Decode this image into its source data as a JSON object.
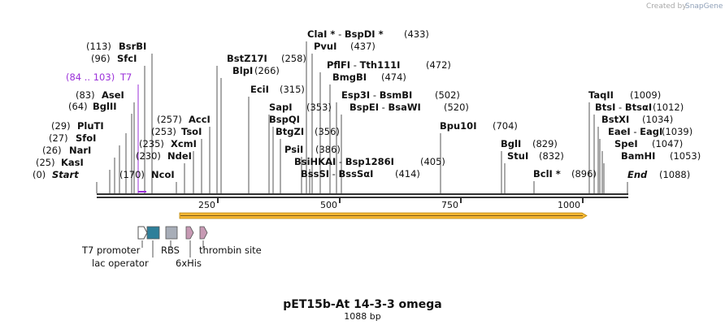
{
  "credit": {
    "text": "Created by",
    "brand": "SnapGene"
  },
  "title": "pET15b-At 14-3-3 omega",
  "length_label": "1088 bp",
  "ticks": [
    "250",
    "500",
    "750",
    "1000"
  ],
  "sites": [
    {
      "parts": [
        [
          "Start",
          "name ital"
        ]
      ],
      "pos": "(0)"
    },
    {
      "parts": [
        [
          "KasI",
          "name"
        ]
      ],
      "pos": "(25)"
    },
    {
      "parts": [
        [
          "NarI",
          "name"
        ]
      ],
      "pos": "(26)"
    },
    {
      "parts": [
        [
          "SfoI",
          "name"
        ]
      ],
      "pos": "(27)"
    },
    {
      "parts": [
        [
          "PluTI",
          "name"
        ]
      ],
      "pos": "(29)"
    },
    {
      "parts": [
        [
          "BglII",
          "name"
        ]
      ],
      "pos": "(64)"
    },
    {
      "parts": [
        [
          "AseI",
          "name"
        ]
      ],
      "pos": "(83)"
    },
    {
      "parts": [
        [
          "T7",
          "purple"
        ]
      ],
      "pos": "(84 .. 103)"
    },
    {
      "parts": [
        [
          "SfcI",
          "name"
        ]
      ],
      "pos": "(96)"
    },
    {
      "parts": [
        [
          "BsrBI",
          "name"
        ]
      ],
      "pos": "(113)"
    },
    {
      "parts": [
        [
          "NcoI",
          "name"
        ]
      ],
      "pos": "(170)"
    },
    {
      "parts": [
        [
          "NdeI",
          "name"
        ]
      ],
      "pos": "(230)"
    },
    {
      "parts": [
        [
          "XcmI",
          "name"
        ]
      ],
      "pos": "(235)"
    },
    {
      "parts": [
        [
          "TsoI",
          "name"
        ]
      ],
      "pos": "(253)"
    },
    {
      "parts": [
        [
          "AccI",
          "name"
        ]
      ],
      "pos": "(257)"
    },
    {
      "parts": [
        [
          "BstZ17I",
          "name"
        ]
      ],
      "pos": "(258)"
    },
    {
      "parts": [
        [
          "BlpI",
          "name"
        ]
      ],
      "pos": "(266)"
    },
    {
      "parts": [
        [
          "EciI",
          "name"
        ]
      ],
      "pos": "(315)"
    },
    {
      "parts": [
        [
          "SapI",
          "name"
        ]
      ],
      "pos": "(353)"
    },
    {
      "parts": [
        [
          "BspQI",
          "name"
        ]
      ],
      "pos": ""
    },
    {
      "parts": [
        [
          "BtgZI",
          "name"
        ]
      ],
      "pos": "(356)"
    },
    {
      "parts": [
        [
          "PsiI",
          "name"
        ]
      ],
      "pos": "(386)"
    },
    {
      "parts": [
        [
          "BsiHKAI",
          "name"
        ],
        [
          " - ",
          "pos"
        ],
        [
          "Bsp1286I",
          "name"
        ]
      ],
      "pos": "(405)"
    },
    {
      "parts": [
        [
          "BssSI",
          "name"
        ],
        [
          " - ",
          "pos"
        ],
        [
          "BssSαI",
          "name"
        ]
      ],
      "pos": "(414)"
    },
    {
      "parts": [
        [
          "ClaI *",
          "name"
        ],
        [
          " - ",
          "pos"
        ],
        [
          "BspDI *",
          "name"
        ]
      ],
      "pos": "(433)"
    },
    {
      "parts": [
        [
          "PvuI",
          "name"
        ]
      ],
      "pos": "(437)"
    },
    {
      "parts": [
        [
          "PflFI",
          "name"
        ],
        [
          " - ",
          "pos"
        ],
        [
          "Tth111I",
          "name"
        ]
      ],
      "pos": "(472)"
    },
    {
      "parts": [
        [
          "BmgBI",
          "name"
        ]
      ],
      "pos": "(474)"
    },
    {
      "parts": [
        [
          "Esp3I",
          "name"
        ],
        [
          " - ",
          "pos"
        ],
        [
          "BsmBI",
          "name"
        ]
      ],
      "pos": "(502)"
    },
    {
      "parts": [
        [
          "BspEI",
          "name"
        ],
        [
          " - ",
          "pos"
        ],
        [
          "BsaWI",
          "name"
        ]
      ],
      "pos": "(520)"
    },
    {
      "parts": [
        [
          "Bpu10I",
          "name"
        ]
      ],
      "pos": "(704)"
    },
    {
      "parts": [
        [
          "BglI",
          "name"
        ]
      ],
      "pos": "(829)"
    },
    {
      "parts": [
        [
          "StuI",
          "name"
        ]
      ],
      "pos": "(832)"
    },
    {
      "parts": [
        [
          "BclI *",
          "name"
        ]
      ],
      "pos": "(896)"
    },
    {
      "parts": [
        [
          "TaqII",
          "name"
        ]
      ],
      "pos": "(1009)"
    },
    {
      "parts": [
        [
          "BtsI",
          "name"
        ],
        [
          " - ",
          "pos"
        ],
        [
          "BtsαI",
          "name"
        ]
      ],
      "pos": "(1012)"
    },
    {
      "parts": [
        [
          "BstXI",
          "name"
        ]
      ],
      "pos": "(1034)"
    },
    {
      "parts": [
        [
          "EaeI",
          "name"
        ],
        [
          " - ",
          "pos"
        ],
        [
          "EagI",
          "name"
        ]
      ],
      "pos": "(1039)"
    },
    {
      "parts": [
        [
          "SpeI",
          "name"
        ]
      ],
      "pos": "(1047)"
    },
    {
      "parts": [
        [
          "BamHI",
          "name"
        ]
      ],
      "pos": "(1053)"
    },
    {
      "parts": [
        [
          "End",
          "name ital"
        ]
      ],
      "pos": "(1088)"
    }
  ],
  "features": {
    "t7_promoter": "T7 promoter",
    "lac_operator": "lac operator",
    "rbs": "RBS",
    "his_tag": "6xHis",
    "thrombin": "thrombin site"
  },
  "colors": {
    "backbone": "#333333",
    "orf_fill": "#f7b733",
    "orf_stroke": "#b8860b",
    "lac_operator": "#2e7f9a",
    "rbs": "#a8aeb8",
    "his_tag": "#c79ab4",
    "t7": "#9b30d9"
  }
}
